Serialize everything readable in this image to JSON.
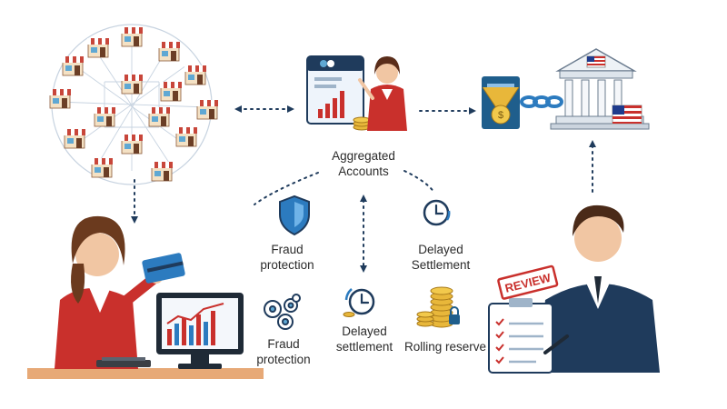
{
  "hub": {
    "title_line1": "Aggregated",
    "title_line2": "Accounts"
  },
  "features": {
    "fraud_top": {
      "line1": "Fraud",
      "line2": "protection"
    },
    "fraud_bottom": {
      "line1": "Fraud",
      "line2": "protection"
    },
    "delayed_right": {
      "line1": "Delayed",
      "line2": "Settlement"
    },
    "delayed_center": {
      "line1": "Delayed",
      "line2": "settlement"
    },
    "rolling_reserve": {
      "label": "Rolling reserve"
    }
  },
  "review_stamp": "REVIEW",
  "colors": {
    "navy": "#1f3b5c",
    "red": "#c9302c",
    "accent_blue": "#2c7bbf",
    "gold": "#e8b73a",
    "storefront_red": "#c8463a"
  }
}
